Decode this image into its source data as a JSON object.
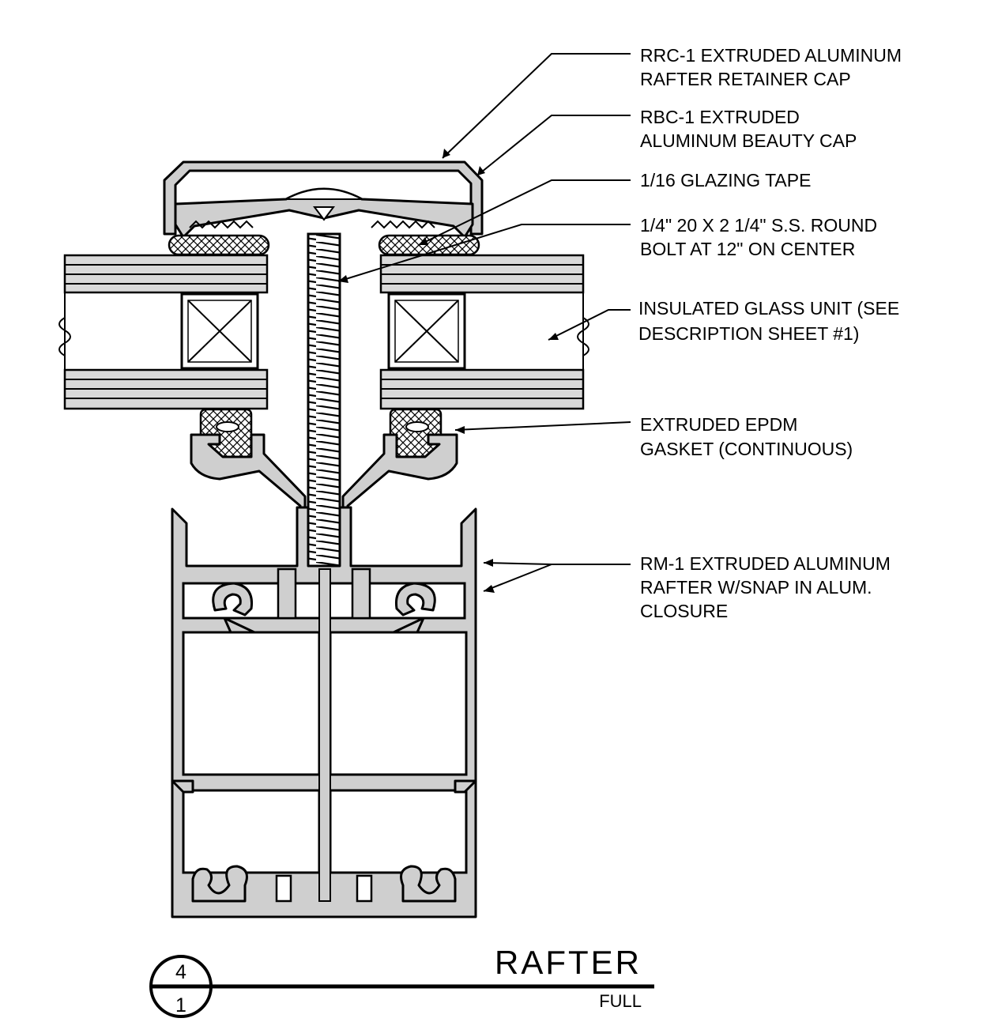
{
  "callouts": {
    "rrc1": {
      "line1": "RRC-1 EXTRUDED ALUMINUM",
      "line2": "RAFTER RETAINER CAP"
    },
    "rbc1": {
      "line1": "RBC-1 EXTRUDED",
      "line2": "ALUMINUM  BEAUTY CAP"
    },
    "tape": {
      "line1": "1/16 GLAZING TAPE"
    },
    "bolt": {
      "line1": "1/4\" 20 X 2 1/4\" S.S. ROUND",
      "line2": "BOLT AT 12\" ON CENTER"
    },
    "igu": {
      "line1": "INSULATED GLASS UNIT (SEE",
      "line2": "DESCRIPTION SHEET #1)"
    },
    "gasket": {
      "line1": "EXTRUDED EPDM",
      "line2": "GASKET (CONTINUOUS)"
    },
    "rm1": {
      "line1": "RM-1 EXTRUDED ALUMINUM",
      "line2": "RAFTER W/SNAP IN ALUM.",
      "line3": "CLOSURE"
    }
  },
  "title_block": {
    "title": "RAFTER",
    "scale": "FULL",
    "detail_number": "4",
    "sheet_number": "1"
  }
}
